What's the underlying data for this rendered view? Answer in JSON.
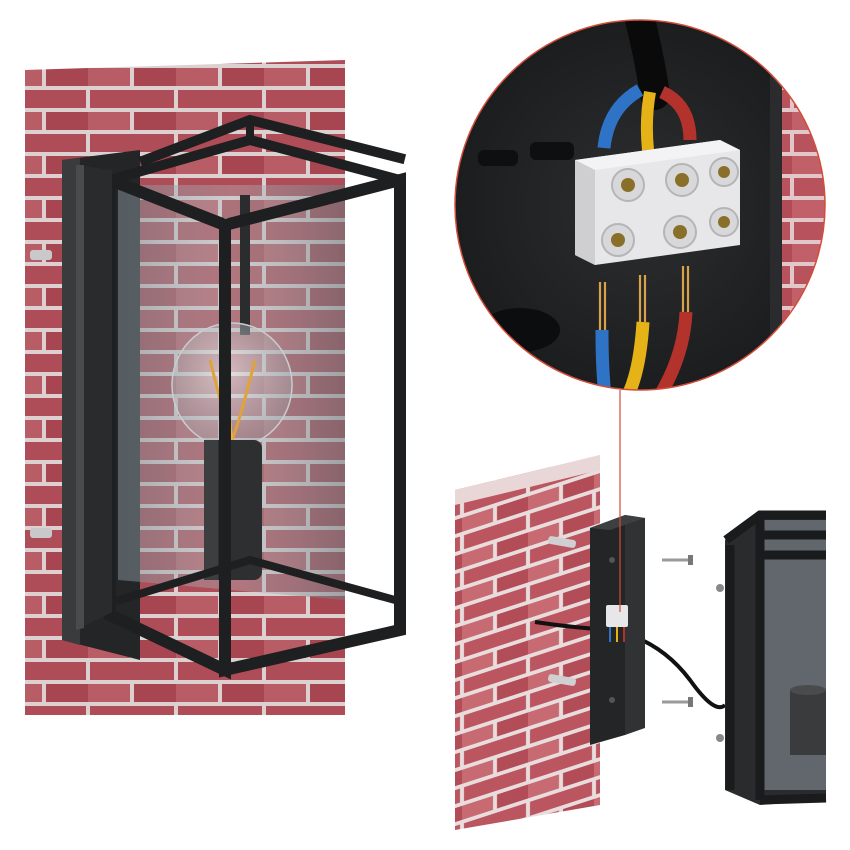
{
  "image": {
    "description_visible_text": "",
    "colors": {
      "background": "#ffffff",
      "brick": "#b8525c",
      "brick_light": "#cf7a82",
      "mortar": "#e8dcdc",
      "frame": "#1e1f20",
      "frame_edge": "#3a3b3d",
      "glass": "#9aa6ad",
      "bulb_base": "#2e2f31",
      "filament": "#e0a23a",
      "wire_blue": "#2f73c7",
      "wire_yellow": "#e5b318",
      "wire_red": "#b3322b",
      "terminal_block": "#e7e7e9",
      "screw_metal": "#b9b9bb",
      "leader_line": "#d24d3a",
      "cable": "#111111"
    },
    "icons": {
      "left_view": "lantern-mounted-on-brick-wall",
      "zoom_view": "terminal-block-wiring-closeup",
      "right_view": "exploded-installation-diagram"
    }
  }
}
